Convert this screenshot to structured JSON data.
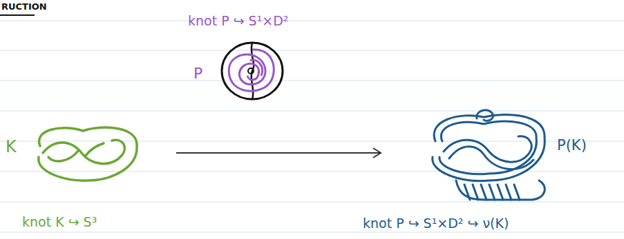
{
  "diagram": {
    "title": "RUCTION",
    "labels": [
      "knot P ↪ S¹×D²",
      "P",
      "K",
      "P(K)",
      "knot K ↪ S³",
      "knot P ↪ S¹×D² ↪ ν(K)"
    ]
  }
}
